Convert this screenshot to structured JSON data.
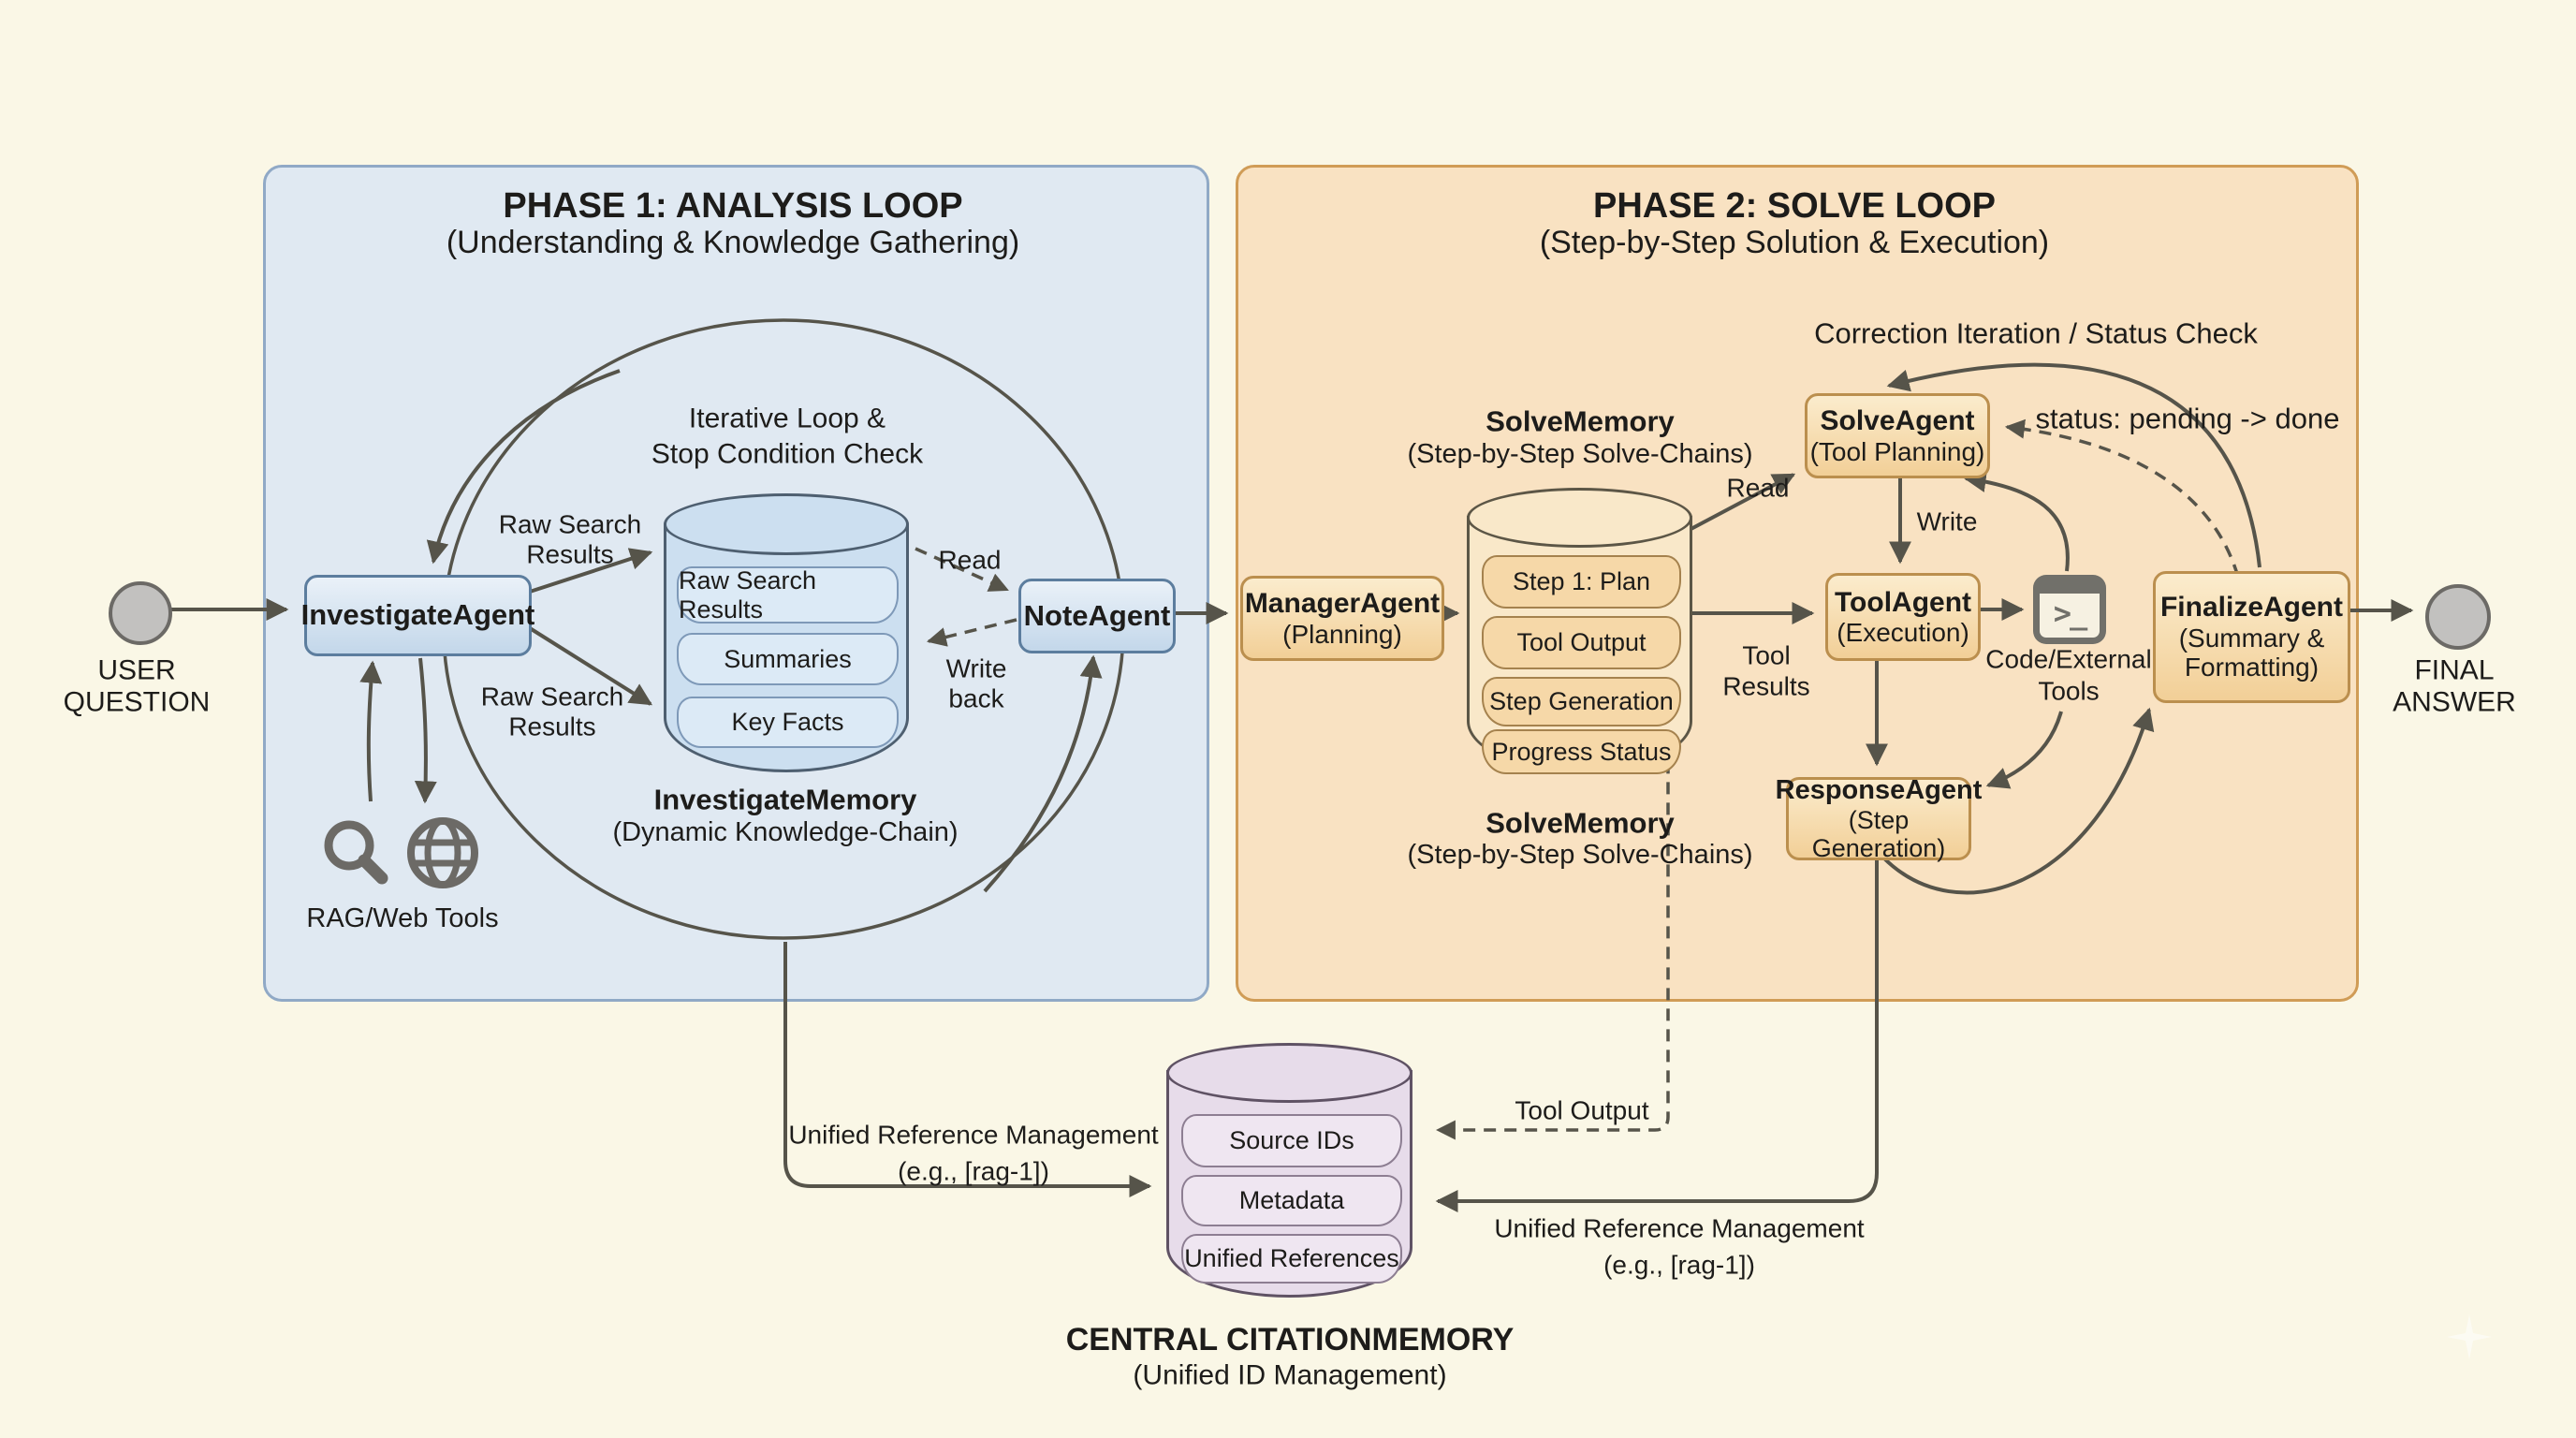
{
  "colors": {
    "background": "#faf7e6",
    "phase1-fill": "#e0e9f2",
    "phase1-border": "#90a9c6",
    "phase2-fill": "#f9e2c2",
    "phase2-border": "#d09c56",
    "blue-box-border": "#5c7d9e",
    "orange-box-border": "#bb8f4e",
    "purple-cyl-fill": "#e7dcea",
    "line": "#56544a",
    "text": "#1d1c1a"
  },
  "endpoints": {
    "user_1": "USER",
    "user_2": "QUESTION",
    "final_1": "FINAL",
    "final_2": "ANSWER"
  },
  "phase1": {
    "title": "PHASE 1: ANALYSIS LOOP",
    "subtitle": "(Understanding & Knowledge Gathering)",
    "loop_1": "Iterative Loop &",
    "loop_2": "Stop Condition Check",
    "investigate_agent": "InvestigateAgent",
    "note_agent": "NoteAgent",
    "raw_top_1": "Raw Search",
    "raw_top_2": "Results",
    "raw_bottom_1": "Raw Search",
    "raw_bottom_2": "Results",
    "read_label": "Read",
    "write_1": "Write",
    "write_2": "back",
    "memory_rows": [
      "Raw Search Results",
      "Summaries",
      "Key Facts"
    ],
    "memory_title": "InvestigateMemory",
    "memory_subtitle": "(Dynamic Knowledge-Chain)",
    "tools_label": "RAG/Web Tools"
  },
  "phase2": {
    "title": "PHASE 2: SOLVE LOOP",
    "subtitle": "(Step-by-Step Solution & Execution)",
    "correction_label": "Correction Iteration / Status Check",
    "status_label": "status: pending -> done",
    "manager_1": "ManagerAgent",
    "manager_2": "(Planning)",
    "solve_1": "SolveAgent",
    "solve_2": "(Tool Planning)",
    "tool_1": "ToolAgent",
    "tool_2": "(Execution)",
    "response_1": "ResponseAgent",
    "response_2": "(Step Generation)",
    "finalize_1": "FinalizeAgent",
    "finalize_2": "(Summary &",
    "finalize_3": "Formatting)",
    "read_label": "Read",
    "write_label": "Write",
    "tool_results_1": "Tool",
    "tool_results_2": "Results",
    "memory_top_1": "SolveMemory",
    "memory_top_2": "(Step-by-Step Solve-Chains)",
    "memory_bottom_1": "SolveMemory",
    "memory_bottom_2": "(Step-by-Step Solve-Chains)",
    "memory_rows": [
      "Step 1: Plan",
      "Tool Output",
      "Step Generation",
      "Progress Status"
    ],
    "terminal_glyph": ">_",
    "code_tools_1": "Code/External",
    "code_tools_2": "Tools"
  },
  "citation": {
    "rows": [
      "Source IDs",
      "Metadata",
      "Unified References"
    ],
    "title": "CENTRAL CITATIONMEMORY",
    "subtitle": "(Unified ID Management)",
    "left_label_1": "Unified Reference Management",
    "left_label_2": "(e.g., [rag-1])",
    "tool_output_label": "Tool Output",
    "right_label_1": "Unified Reference Management",
    "right_label_2": "(e.g., [rag-1])"
  }
}
